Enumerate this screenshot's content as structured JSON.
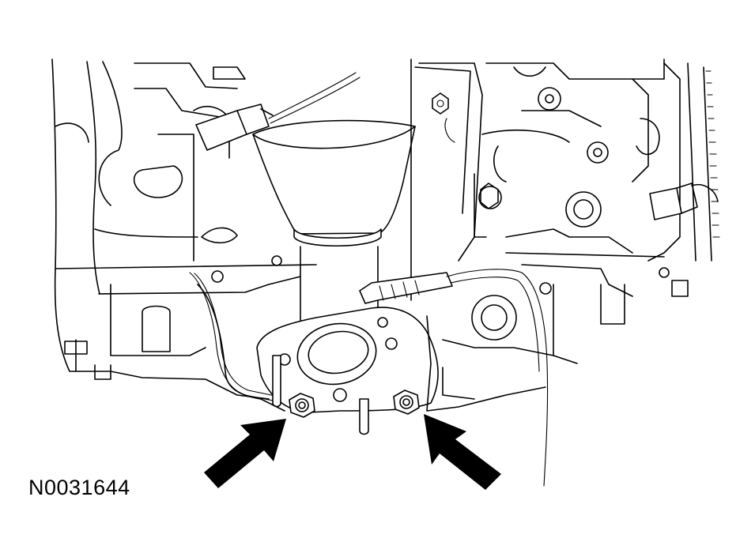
{
  "figure": {
    "id_label": "N0031644"
  },
  "callouts": [
    {
      "name": "left-arrow",
      "target": "left-flange-nut"
    },
    {
      "name": "right-arrow",
      "target": "right-flange-nut"
    }
  ],
  "colors": {
    "line": "#000000",
    "background": "#ffffff"
  }
}
